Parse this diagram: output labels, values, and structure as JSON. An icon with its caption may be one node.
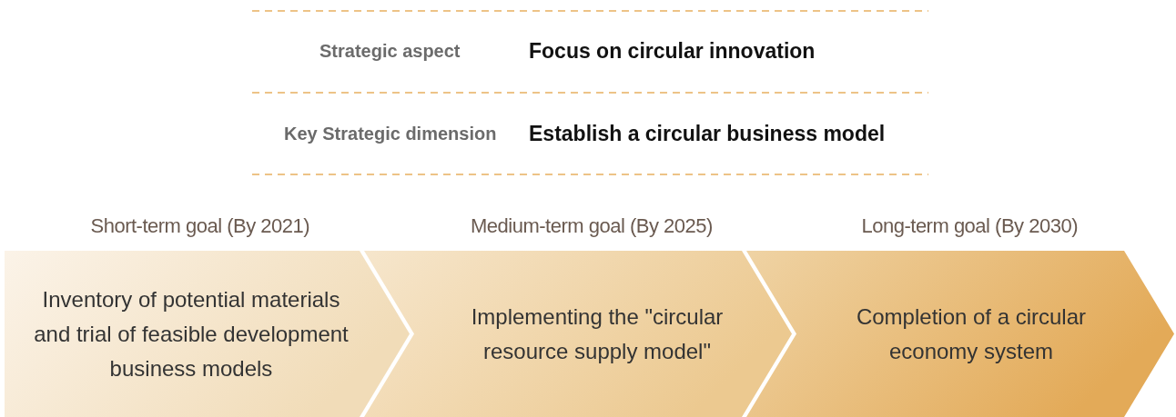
{
  "diagram": {
    "nodes": [
      {
        "text": [
          "Short-term goal (By 2021)",
          "Inventory of potential materials and trial of feasible development business models"
        ]
      },
      {
        "text": [
          "Medium-term goal (By 2025)",
          "Implementing the \"circular resource supply model\""
        ]
      },
      {
        "text": [
          "Long-term goal (By 2030)",
          "Completion of a circular economy system"
        ]
      }
    ],
    "labels": [
      "Strategic aspect",
      "Focus on circular innovation",
      "Key Strategic dimension",
      "Establish a circular business model"
    ]
  }
}
